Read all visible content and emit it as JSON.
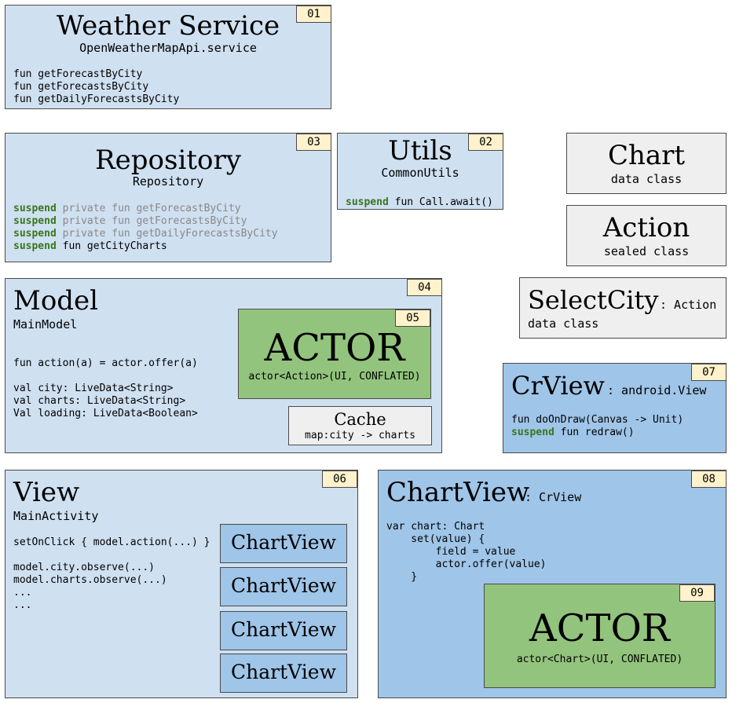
{
  "weather": {
    "badge": "01",
    "title": "Weather Service",
    "subtitle": "OpenWeatherMapApi.service",
    "lines": [
      "fun getForecastByCity",
      "fun getForecastsByCity",
      "fun getDailyForecastsByCity"
    ]
  },
  "repository": {
    "badge": "03",
    "title": "Repository",
    "subtitle": "Repository",
    "lines": [
      {
        "kw": "suspend",
        "rest": " private fun getForecastByCity"
      },
      {
        "kw": "suspend",
        "rest": " private fun getForecastsByCity"
      },
      {
        "kw": "suspend",
        "rest": " private fun getDailyForecastsByCity"
      },
      {
        "kw": "suspend",
        "rest": " fun getCityCharts"
      }
    ]
  },
  "utils": {
    "badge": "02",
    "title": "Utils",
    "subtitle": "CommonUtils",
    "line_kw": "suspend",
    "line_rest": " fun Call.await()"
  },
  "chart": {
    "title": "Chart",
    "subtitle": "data class"
  },
  "action": {
    "title": "Action",
    "subtitle": "sealed class"
  },
  "selectcity": {
    "title": "SelectCity",
    "extends": ": Action",
    "subtitle": "data class"
  },
  "model": {
    "badge": "04",
    "title": "Model",
    "subtitle": "MainModel",
    "line1": "fun action(a) = actor.offer(a)",
    "lines": [
      "val city: LiveData<String>",
      "val charts: LiveData<String>",
      "Val loading: LiveData<Boolean>"
    ]
  },
  "actor1": {
    "badge": "05",
    "title": "ACTOR",
    "subtitle": "actor<Action>(UI, CONFLATED)"
  },
  "cache": {
    "title": "Cache",
    "subtitle": "map:city -> charts"
  },
  "crview": {
    "badge": "07",
    "title": "CrView",
    "extends": ": android.View",
    "line1": "fun doOnDraw(Canvas -> Unit)",
    "line2_kw": "suspend",
    "line2_rest": " fun redraw()"
  },
  "view": {
    "badge": "06",
    "title": "View",
    "subtitle": "MainActivity",
    "line1": "setOnClick { model.action(...) }",
    "lines": [
      "model.city.observe(...)",
      "model.charts.observe(...)",
      "...",
      "..."
    ],
    "chartviews": [
      "ChartView",
      "ChartView",
      "ChartView",
      "ChartView"
    ]
  },
  "chartview": {
    "badge": "08",
    "title": "ChartView",
    "extends": ": CrView",
    "lines": [
      "var chart: Chart",
      "    set(value) {",
      "        field = value",
      "        actor.offer(value)",
      "    }"
    ]
  },
  "actor2": {
    "badge": "09",
    "title": "ACTOR",
    "subtitle": "actor<Chart>(UI, CONFLATED)"
  }
}
